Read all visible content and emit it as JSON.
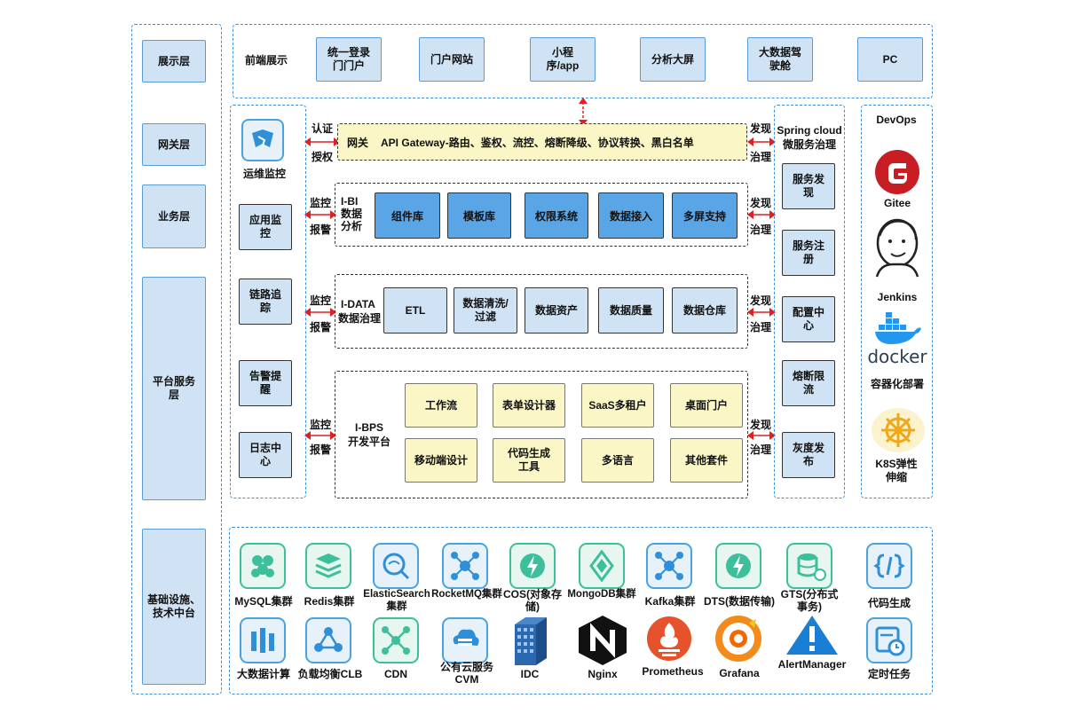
{
  "layers": {
    "display": "展示层",
    "gateway": "网关层",
    "business": "业务层",
    "platform": "平台服务层",
    "infra": "基础设施、技术中台"
  },
  "frontend": {
    "label": "前端展示",
    "items": [
      "统一登录门门户",
      "门户网站",
      "小程序/app",
      "分析大屏",
      "大数据驾驶舱",
      "PC"
    ]
  },
  "monitoring": {
    "title": "运维监控",
    "items": [
      "应用监控",
      "链路追踪",
      "告警提醒",
      "日志中心"
    ]
  },
  "gateway": {
    "auth_top": "认证",
    "auth_bottom": "授权",
    "label": "网关",
    "desc": "API Gateway-路由、鉴权、流控、熔断降级、协议转换、黑白名单",
    "discover_top": "发现",
    "discover_bottom": "治理"
  },
  "monitor_side": {
    "top": "监控",
    "bottom": "报警"
  },
  "discover_side": {
    "top": "发现",
    "bottom": "治理"
  },
  "ibi": {
    "title": "I-BI数据分析",
    "items": [
      "组件库",
      "模板库",
      "权限系统",
      "数据接入",
      "多屏支持"
    ]
  },
  "idata": {
    "title_top": "I-DATA",
    "title_bottom": "数据治理",
    "items": [
      "ETL",
      "数据清洗/过滤",
      "数据资产",
      "数据质量",
      "数据仓库"
    ]
  },
  "ibps": {
    "title_top": "I-BPS",
    "title_bottom": "开发平台",
    "row1": [
      "工作流",
      "表单设计器",
      "SaaS多租户",
      "桌面门户"
    ],
    "row2": [
      "移动端设计",
      "代码生成工具",
      "多语言",
      "其他套件"
    ]
  },
  "springcloud": {
    "title_top": "Spring cloud",
    "title_bottom": "微服务治理",
    "items": [
      "服务发现",
      "服务注册",
      "配置中心",
      "熔断限流",
      "灰度发布"
    ]
  },
  "devops": {
    "title": "DevOps",
    "gitee": "Gitee",
    "jenkins": "Jenkins",
    "docker_logo": "docker",
    "docker": "容器化部署",
    "k8s": "K8S弹性伸缩"
  },
  "infra": {
    "row1": [
      "MySQL集群",
      "Redis集群",
      "ElasticSearch集群",
      "RocketMQ集群",
      "COS(对象存储)",
      "MongoDB集群",
      "Kafka集群",
      "DTS(数据传输)",
      "GTS(分布式事务)",
      "代码生成"
    ],
    "row2": [
      "大数据计算",
      "负载均衡CLB",
      "CDN",
      "公有云服务CVM",
      "IDC",
      "Nginx",
      "Prometheus",
      "Grafana",
      "AlertManager",
      "定时任务"
    ]
  },
  "colors": {
    "dash_blue": "#3d8fd6",
    "light_blue": "#cfe3f5",
    "mid_blue": "#5aa5e6",
    "light_yellow": "#fbf6c6",
    "arrow_red": "#e02020"
  }
}
